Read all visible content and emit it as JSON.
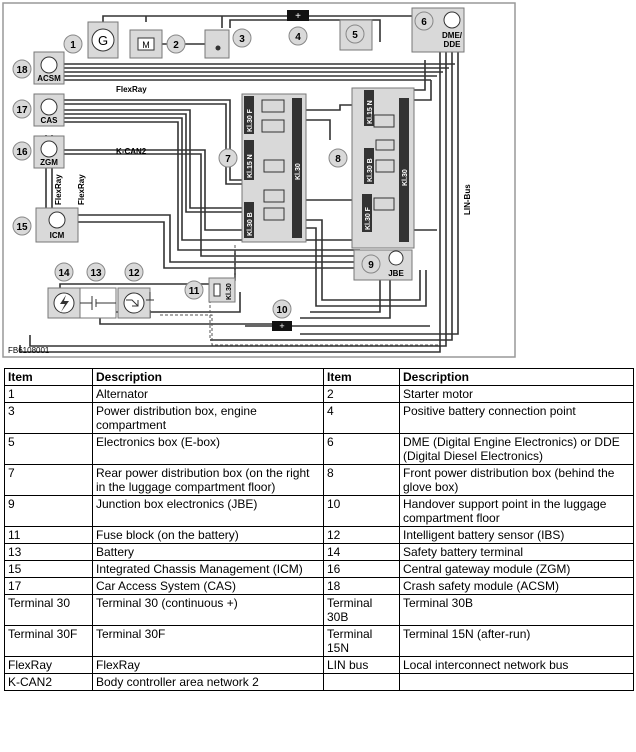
{
  "diagram": {
    "figure_id": "FB6108001",
    "callouts": [
      "1",
      "2",
      "3",
      "4",
      "5",
      "6",
      "7",
      "8",
      "9",
      "10",
      "11",
      "12",
      "13",
      "14",
      "15",
      "16",
      "17",
      "18"
    ],
    "component_labels": {
      "dme": "DME/\nDDE",
      "acsm": "ACSM",
      "cas": "CAS",
      "zgm": "ZGM",
      "icm": "ICM",
      "jbe": "JBE"
    },
    "bus_labels": {
      "flexray_top": "FlexRay",
      "kcan2": "K-CAN2",
      "flexray_v1": "FlexRay",
      "flexray_v2": "FlexRay",
      "linbus": "LIN-Bus"
    },
    "terminal_labels": {
      "box7": [
        "Kl.30 F",
        "Kl.15 N",
        "Kl.30 B",
        "Kl.30"
      ],
      "box8": [
        "Kl.15 N",
        "Kl.30 B",
        "Kl.30 F",
        "Kl.30"
      ],
      "box11": "Kl.30"
    },
    "glyphs": {
      "alternator": "G",
      "starter": "M",
      "battery_plus": "+"
    }
  },
  "legend": {
    "headers": [
      "Item",
      "Description",
      "Item",
      "Description"
    ],
    "rows": [
      [
        "1",
        "Alternator",
        "2",
        "Starter motor"
      ],
      [
        "3",
        "Power distribution box, engine compartment",
        "4",
        "Positive battery connection point"
      ],
      [
        "5",
        "Electronics box (E-box)",
        "6",
        "DME (Digital Engine Electronics) or DDE (Digital Diesel Electronics)"
      ],
      [
        "7",
        "Rear power distribution box (on the right in the luggage compartment floor)",
        "8",
        "Front power distribution box (behind the glove box)"
      ],
      [
        "9",
        "Junction box electronics (JBE)",
        "10",
        "Handover support point in the luggage compartment floor"
      ],
      [
        "11",
        "Fuse block (on the battery)",
        "12",
        "Intelligent battery sensor (IBS)"
      ],
      [
        "13",
        "Battery",
        "14",
        "Safety battery terminal"
      ],
      [
        "15",
        "Integrated Chassis Management (ICM)",
        "16",
        "Central gateway module (ZGM)"
      ],
      [
        "17",
        "Car Access System (CAS)",
        "18",
        "Crash safety module (ACSM)"
      ],
      [
        "Terminal 30",
        "Terminal 30 (continuous +)",
        "Terminal 30B",
        "Terminal 30B"
      ],
      [
        "Terminal 30F",
        "Terminal 30F",
        "Terminal 15N",
        "Terminal 15N (after-run)"
      ],
      [
        "FlexRay",
        "FlexRay",
        "LIN bus",
        "Local interconnect network bus"
      ],
      [
        "K-CAN2",
        "Body controller area network 2",
        "",
        ""
      ]
    ]
  }
}
